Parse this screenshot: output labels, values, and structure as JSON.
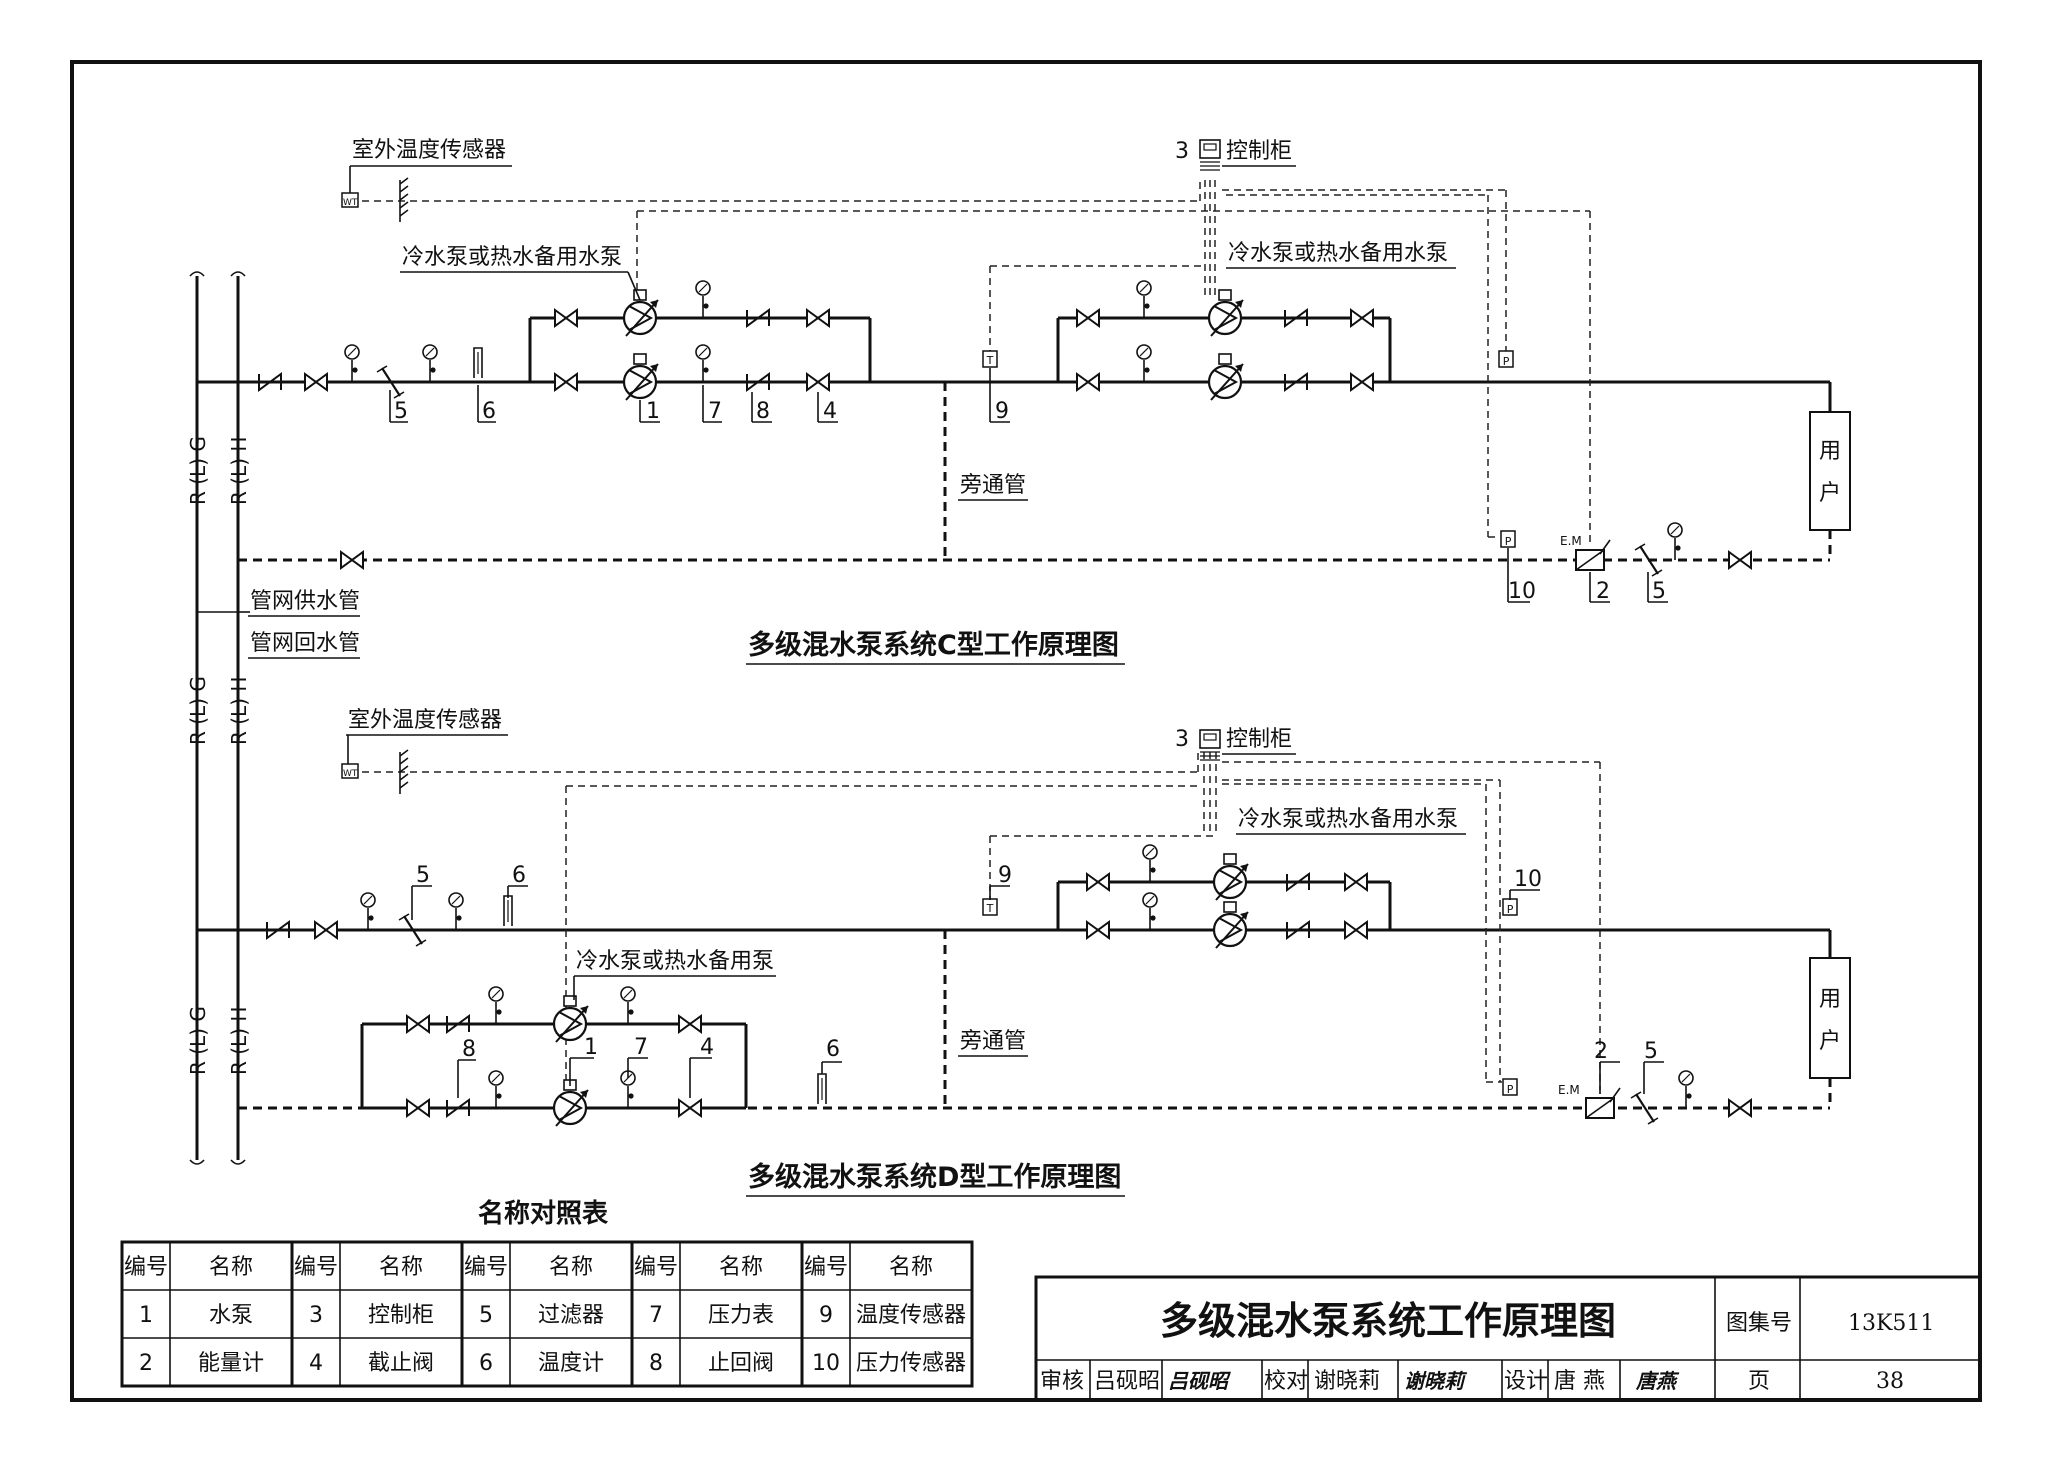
{
  "drawing": {
    "diagram_c": {
      "title": "多级混水泵系统C型工作原理图",
      "sensor_label": "室外温度传感器",
      "sensor_tag": "WT",
      "control_cabinet_num": "3",
      "control_cabinet_label": "控制柜",
      "pump_group_left_label": "冷水泵或热水备用水泵",
      "pump_group_right_label": "冷水泵或热水备用水泵",
      "bypass_label": "旁通管",
      "user_label_1": "用",
      "user_label_2": "户",
      "meter_tag": "E.M",
      "press_tag": "P",
      "temp_tag": "T",
      "callouts": [
        "5",
        "6",
        "1",
        "7",
        "8",
        "4",
        "9",
        "10",
        "2",
        "5"
      ]
    },
    "diagram_d": {
      "title": "多级混水泵系统D型工作原理图",
      "sensor_label": "室外温度传感器",
      "sensor_tag": "WT",
      "control_cabinet_num": "3",
      "control_cabinet_label": "控制柜",
      "pump_group_upper_label": "冷水泵或热水备用水泵",
      "pump_group_lower_label": "冷水泵或热水备用泵",
      "bypass_label": "旁通管",
      "user_label_1": "用",
      "user_label_2": "户",
      "meter_tag": "E.M",
      "press_tag": "P",
      "callouts": [
        "5",
        "6",
        "9",
        "10",
        "8",
        "1",
        "7",
        "4",
        "6",
        "2",
        "5"
      ]
    },
    "network": {
      "supply_label": "管网供水管",
      "return_label": "管网回水管",
      "pipe_g": "R (L) G",
      "pipe_h": "R (L) H"
    }
  },
  "legend": {
    "title": "名称对照表",
    "headers": [
      "编号",
      "名称",
      "编号",
      "名称",
      "编号",
      "名称",
      "编号",
      "名称",
      "编号",
      "名称"
    ],
    "rows": [
      [
        "1",
        "水泵",
        "3",
        "控制柜",
        "5",
        "过滤器",
        "7",
        "压力表",
        "9",
        "温度传感器"
      ],
      [
        "2",
        "能量计",
        "4",
        "截止阀",
        "6",
        "温度计",
        "8",
        "止回阀",
        "10",
        "压力传感器"
      ]
    ]
  },
  "title_block": {
    "title": "多级混水泵系统工作原理图",
    "atlas_label": "图集号",
    "atlas_value": "13K511",
    "review_label": "审核",
    "review_name": "吕砚昭",
    "review_sign": "吕砚昭",
    "check_label": "校对",
    "check_name": "谢晓莉",
    "check_sign": "谢晓莉",
    "design_label": "设计",
    "design_name": "唐 燕",
    "design_sign": "唐燕",
    "page_label": "页",
    "page_value": "38"
  }
}
